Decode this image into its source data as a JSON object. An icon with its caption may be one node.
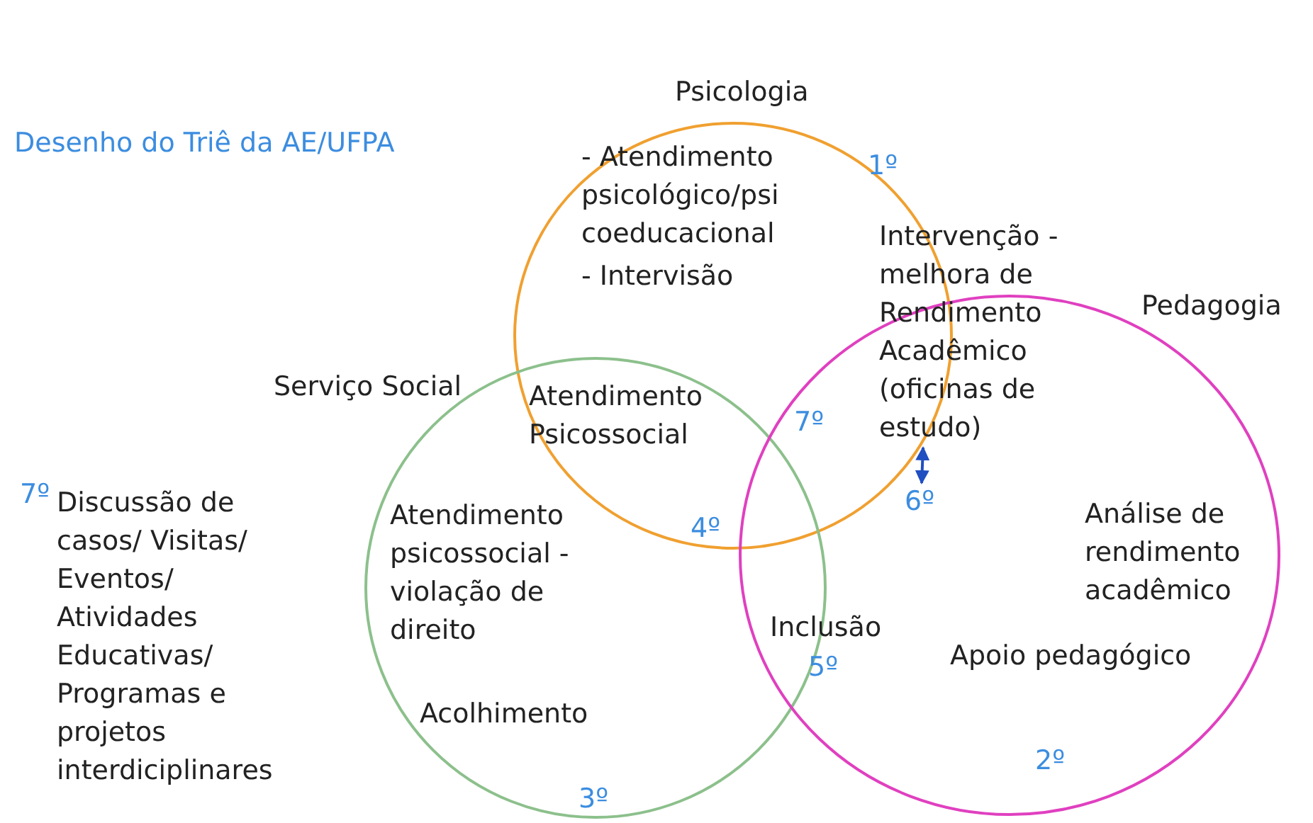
{
  "diagram": {
    "title": "Desenho do Triê da AE/UFPA",
    "nodes": [
      {
        "text": [
          "Psicologia"
        ]
      },
      {
        "text": [
          "Serviço Social"
        ]
      },
      {
        "text": [
          "Pedagogia"
        ]
      },
      {
        "text": [
          "Intervenção - melhora de Rendimento Acadêmico (oficinas de estudo)"
        ]
      },
      {
        "text": [
          "6º"
        ],
        "in": 2
      }
    ],
    "edges": [
      {
        "from": 3,
        "to": 4,
        "arrow": "both"
      }
    ],
    "labels": [
      "1º",
      "- Atendimento psicológico/psi coeducacional",
      "- Intervisão",
      "Atendimento Psicossocial",
      "7º",
      "7º",
      "Discussão de casos/ Visitas/ Eventos/ Atividades Educativas/ Programas e projetos interdiciplinares",
      "Atendimento psicossocial - violação de direito",
      "4º",
      "Análise de rendimento acadêmico",
      "Inclusão",
      "Apoio pedagógico",
      "Acolhimento",
      "5º",
      "2º",
      "3º"
    ]
  }
}
